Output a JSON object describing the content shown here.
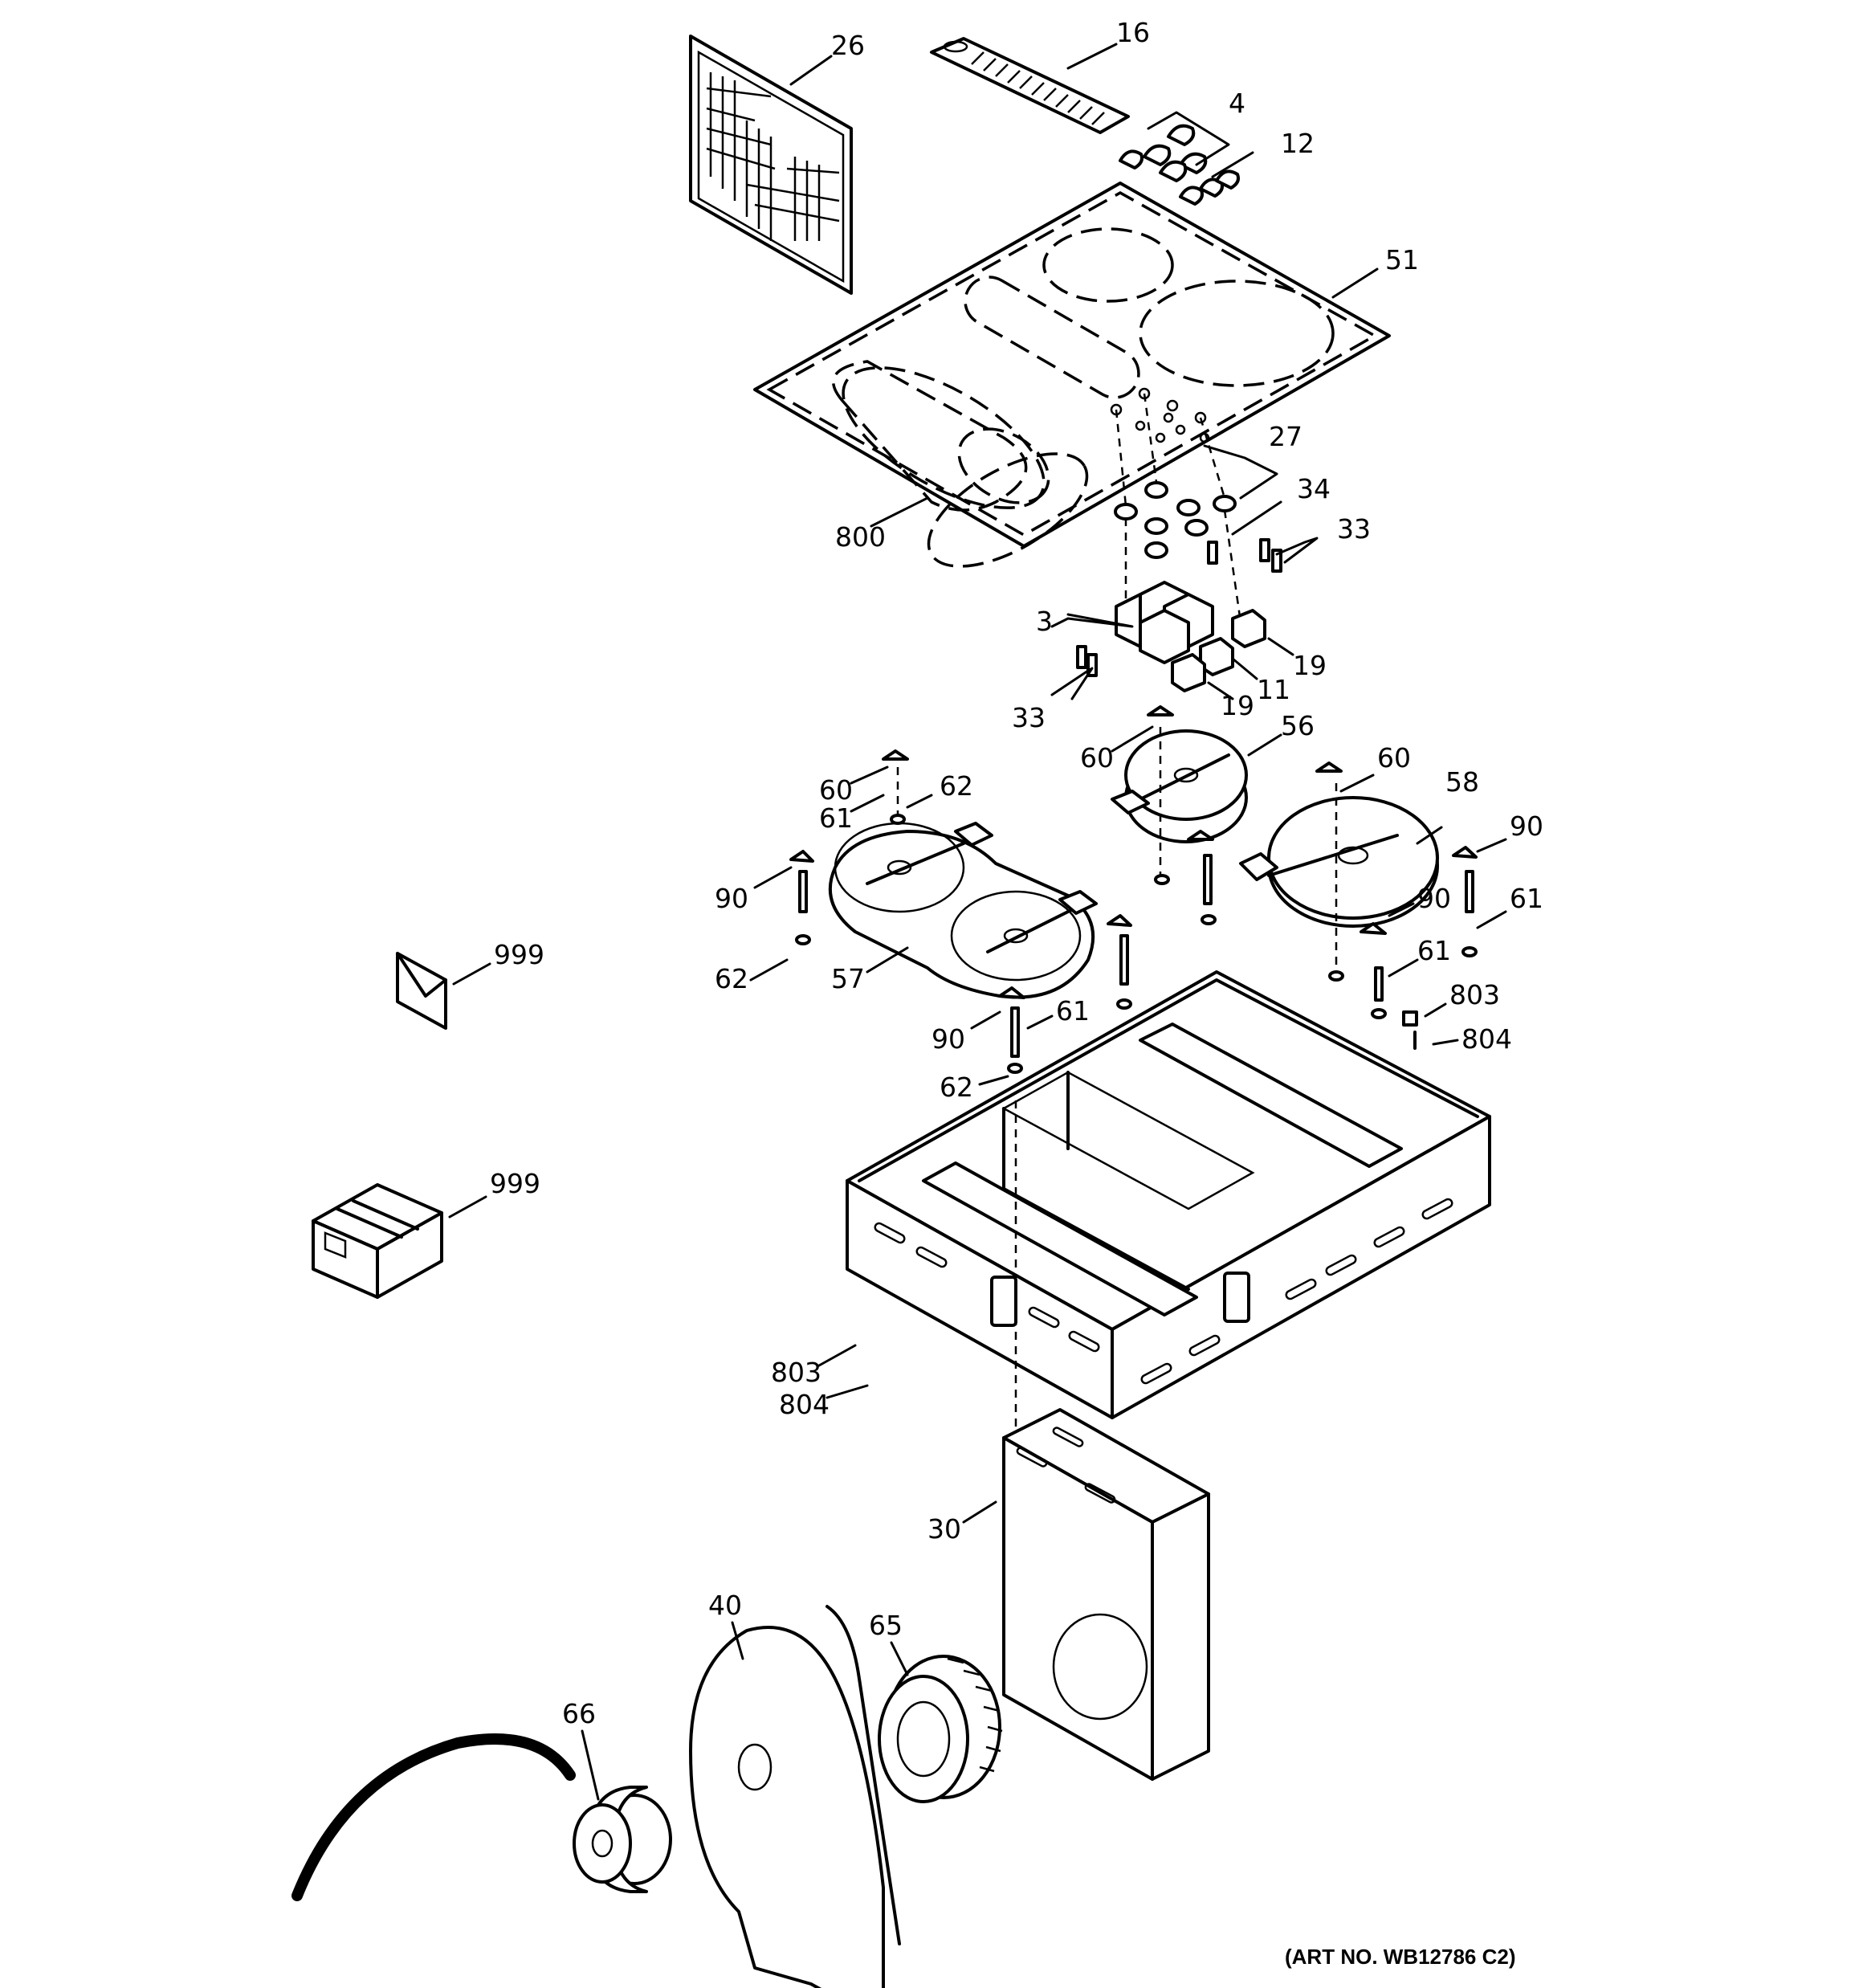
{
  "callouts": [
    {
      "id": "26",
      "label": "26"
    },
    {
      "id": "16",
      "label": "16"
    },
    {
      "id": "4",
      "label": "4"
    },
    {
      "id": "12",
      "label": "12"
    },
    {
      "id": "51",
      "label": "51"
    },
    {
      "id": "27",
      "label": "27"
    },
    {
      "id": "34",
      "label": "34"
    },
    {
      "id": "33a",
      "label": "33"
    },
    {
      "id": "800",
      "label": "800"
    },
    {
      "id": "3",
      "label": "3"
    },
    {
      "id": "19a",
      "label": "19"
    },
    {
      "id": "11",
      "label": "11"
    },
    {
      "id": "19b",
      "label": "19"
    },
    {
      "id": "33b",
      "label": "33"
    },
    {
      "id": "56",
      "label": "56"
    },
    {
      "id": "60a",
      "label": "60"
    },
    {
      "id": "60b",
      "label": "60"
    },
    {
      "id": "58",
      "label": "58"
    },
    {
      "id": "60c",
      "label": "60"
    },
    {
      "id": "62a",
      "label": "62"
    },
    {
      "id": "61a",
      "label": "61"
    },
    {
      "id": "90a",
      "label": "90"
    },
    {
      "id": "90b",
      "label": "90"
    },
    {
      "id": "61b",
      "label": "61"
    },
    {
      "id": "90c",
      "label": "90"
    },
    {
      "id": "61c",
      "label": "61"
    },
    {
      "id": "62b",
      "label": "62"
    },
    {
      "id": "57",
      "label": "57"
    },
    {
      "id": "803a",
      "label": "803"
    },
    {
      "id": "804a",
      "label": "804"
    },
    {
      "id": "90d",
      "label": "90"
    },
    {
      "id": "61d",
      "label": "61"
    },
    {
      "id": "62c",
      "label": "62"
    },
    {
      "id": "999a",
      "label": "999"
    },
    {
      "id": "999b",
      "label": "999"
    },
    {
      "id": "803b",
      "label": "803"
    },
    {
      "id": "804b",
      "label": "804"
    },
    {
      "id": "30",
      "label": "30"
    },
    {
      "id": "40",
      "label": "40"
    },
    {
      "id": "65",
      "label": "65"
    },
    {
      "id": "66",
      "label": "66"
    }
  ],
  "art_number": "(ART NO. WB12786 C2)"
}
